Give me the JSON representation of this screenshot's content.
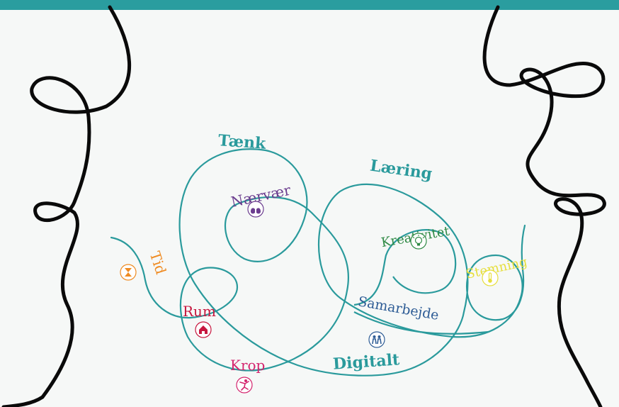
{
  "colors": {
    "header": "#2a9d9f",
    "background": "#f6f8f7",
    "line": "#2a9a9c",
    "side_lines": "#0a0a0a"
  },
  "labels": {
    "taenk": {
      "text": "Tænk",
      "color": "#2a9a9c",
      "icon": "none"
    },
    "naervaer": {
      "text": "Nærvær",
      "color": "#6b3d8f",
      "icon": "lungs-icon"
    },
    "laering": {
      "text": "Læring",
      "color": "#2a9a9c",
      "icon": "none"
    },
    "kreativitet": {
      "text": "Kreativitet",
      "color": "#2f8a45",
      "icon": "lightbulb-icon"
    },
    "stemning": {
      "text": "Stemning",
      "color": "#e6df3c",
      "icon": "thermometer-icon"
    },
    "tid": {
      "text": "Tid",
      "color": "#ef8b22",
      "icon": "hourglass-icon"
    },
    "rum": {
      "text": "Rum",
      "color": "#c7173f",
      "icon": "house-icon"
    },
    "samarbejde": {
      "text": "Samarbejde",
      "color": "#2f5d96",
      "icon": "people-icon"
    },
    "krop": {
      "text": "Krop",
      "color": "#d4246e",
      "icon": "jumping-person-icon"
    },
    "digitalt": {
      "text": "Digitalt",
      "color": "#2a9a9c",
      "icon": "none"
    }
  }
}
